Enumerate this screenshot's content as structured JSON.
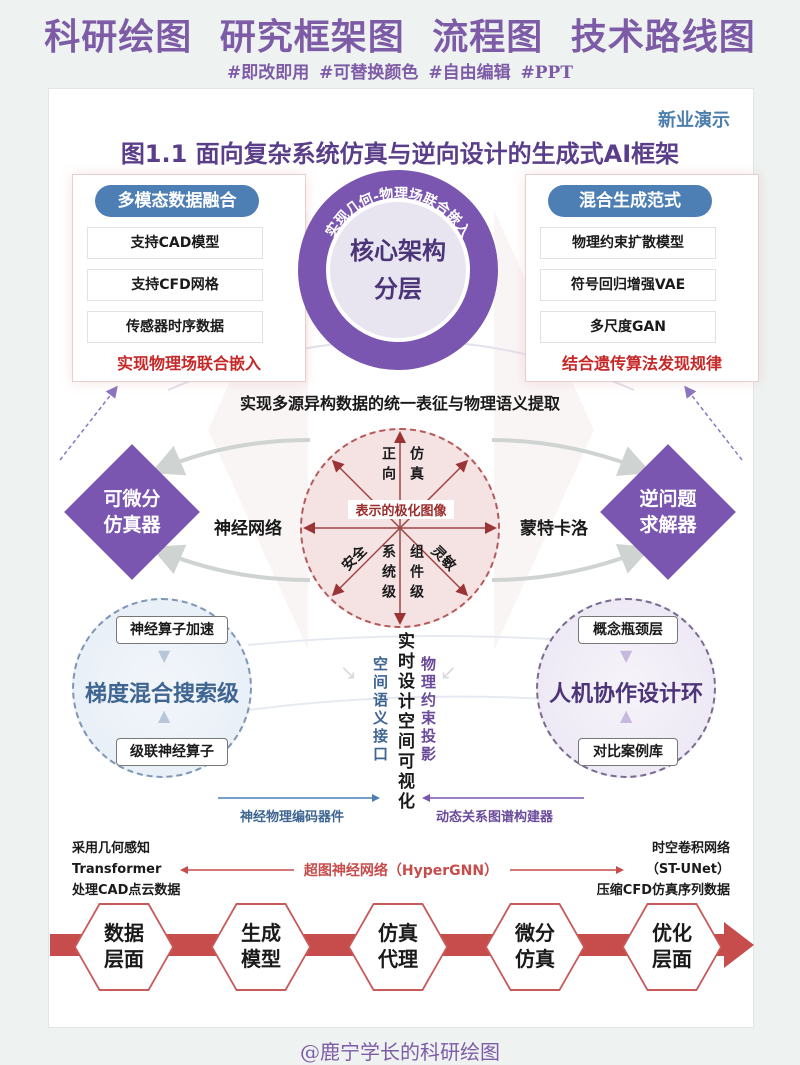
{
  "header": {
    "title": "科研绘图  研究框架图  流程图  技术路线图",
    "tags": "#即改即用 #可替换颜色 #自由编辑 #PPT"
  },
  "brand": "新业演示",
  "figure_title": "图1.1 面向复杂系统仿真与逆向设计的生成式AI框架",
  "left_panel": {
    "title": "多模态数据融合",
    "items": [
      "支持CAD模型",
      "支持CFD网格",
      "传感器时序数据"
    ],
    "footer": "实现物理场联合嵌入"
  },
  "right_panel": {
    "title": "混合生成范式",
    "items": [
      "物理约束扩散模型",
      "符号回归增强VAE",
      "多尺度GAN"
    ],
    "footer": "结合遗传算法发现规律"
  },
  "core": {
    "ring_text": "实现几何-物理场联合嵌入",
    "line1": "核心架构",
    "line2": "分层"
  },
  "band_text": "实现多源异构数据的统一表征与物理语义提取",
  "polar": {
    "center_label": "表示的极化图像",
    "top_left": "正向",
    "top_right": "仿真",
    "bottom_left_diag": "安全",
    "bottom_mid_left": "系统级",
    "bottom_mid_right": "组件级",
    "bottom_right_diag": "灵敏"
  },
  "left_diamond": {
    "line1": "可微分",
    "line2": "仿真器"
  },
  "right_diamond": {
    "line1": "逆问题",
    "line2": "求解器"
  },
  "left_mid_label": "神经网络",
  "right_mid_label": "蒙特卡洛",
  "left_circle": {
    "top": "神经算子加速",
    "center": "梯度混合搜索级",
    "bottom": "级联神经算子"
  },
  "right_circle": {
    "top": "概念瓶颈层",
    "center": "人机协作设计环",
    "bottom": "对比案例库"
  },
  "center_column": {
    "left": "空间语义接口",
    "main": "实时设计空间可视化",
    "right": "物理约束投影"
  },
  "arrows": {
    "left_bottom": "神经物理编码器件",
    "right_bottom": "动态关系图谱构建器",
    "hyper": "超图神经网络（HyperGNN）"
  },
  "side_notes": {
    "left": [
      "采用几何感知",
      "Transformer",
      "处理CAD点云数据"
    ],
    "right": [
      "时空卷积网络",
      "（ST-UNet）",
      "压缩CFD仿真序列数据"
    ]
  },
  "pipeline": [
    {
      "l1": "数据",
      "l2": "层面"
    },
    {
      "l1": "生成",
      "l2": "模型"
    },
    {
      "l1": "仿真",
      "l2": "代理"
    },
    {
      "l1": "微分",
      "l2": "仿真"
    },
    {
      "l1": "优化",
      "l2": "层面"
    }
  ],
  "footer": "@鹿宁学长的科研绘图",
  "colors": {
    "purple": "#7a56b0",
    "blue": "#4d7fb5",
    "red": "#c74c4c",
    "title_purple": "#7e5ba6"
  }
}
